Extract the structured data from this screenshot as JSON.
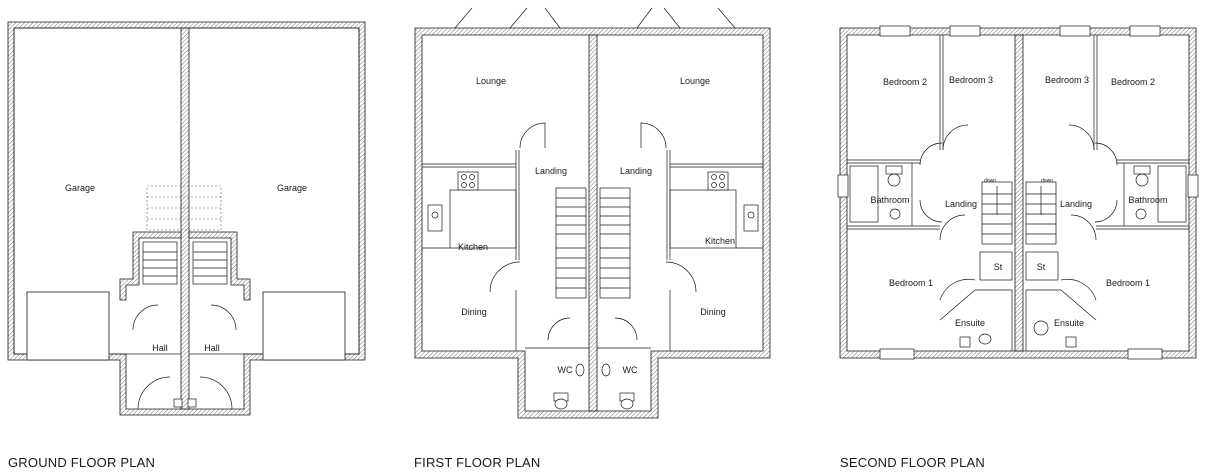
{
  "plans": [
    {
      "title": "GROUND FLOOR PLAN",
      "rooms": {
        "garage_left": "Garage",
        "garage_right": "Garage",
        "hall_left": "Hall",
        "hall_right": "Hall"
      }
    },
    {
      "title": "FIRST FLOOR PLAN",
      "rooms": {
        "lounge_left": "Lounge",
        "lounge_right": "Lounge",
        "landing_left": "Landing",
        "landing_right": "Landing",
        "kitchen_left": "Kitchen",
        "kitchen_right": "Kitchen",
        "dining_left": "Dining",
        "dining_right": "Dining",
        "wc_left": "WC",
        "wc_right": "WC"
      }
    },
    {
      "title": "SECOND FLOOR PLAN",
      "rooms": {
        "bedroom2_left": "Bedroom 2",
        "bedroom3_left": "Bedroom 3",
        "bedroom3_right": "Bedroom 3",
        "bedroom2_right": "Bedroom 2",
        "bathroom_left": "Bathroom",
        "bathroom_right": "Bathroom",
        "landing_left": "Landing",
        "landing_right": "Landing",
        "bedroom1_left": "Bedroom 1",
        "bedroom1_right": "Bedroom 1",
        "store_left": "St",
        "store_right": "St",
        "ensuite_left": "Ensuite",
        "ensuite_right": "Ensuite",
        "stair_down_left": "down",
        "stair_down_right": "down"
      }
    }
  ]
}
